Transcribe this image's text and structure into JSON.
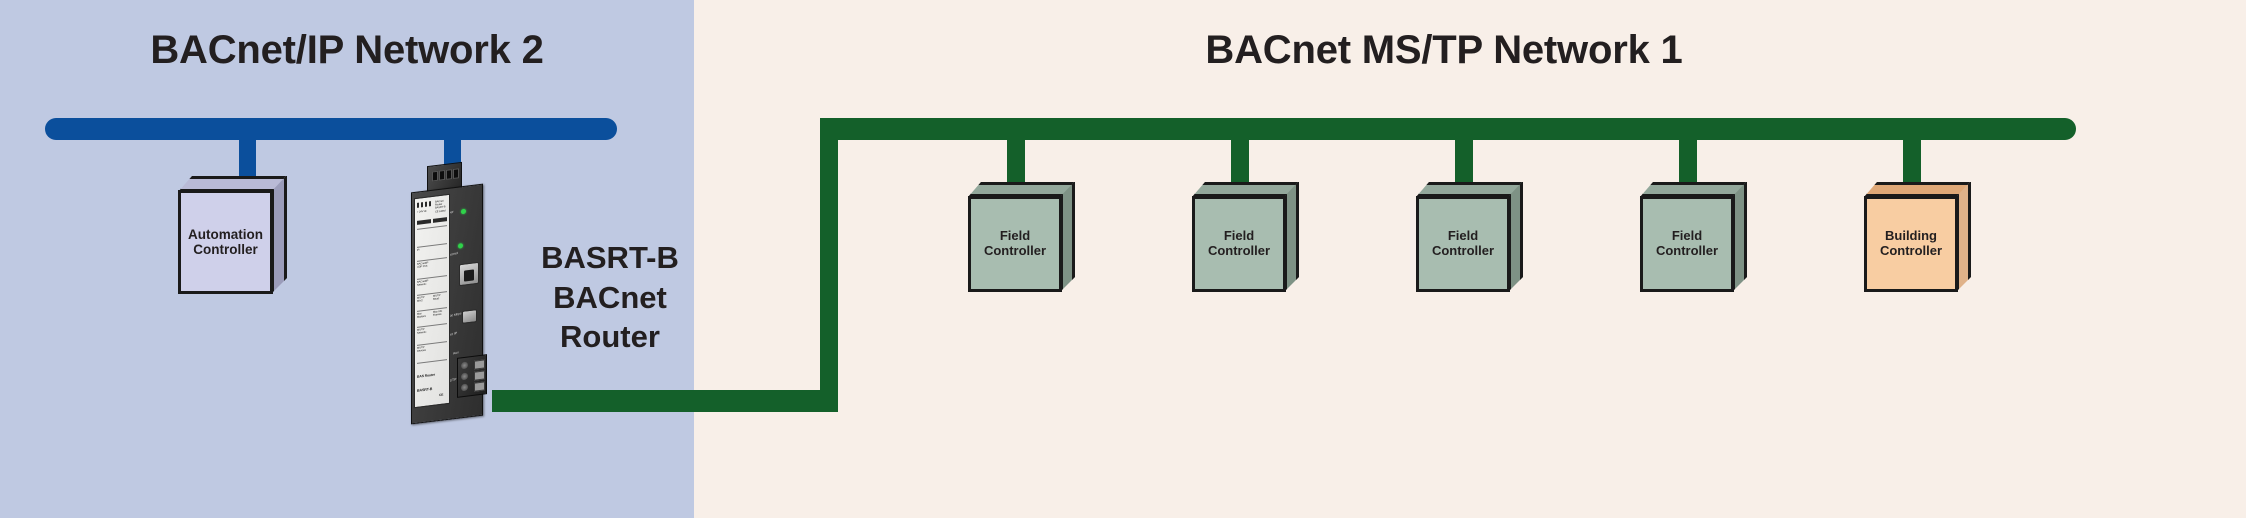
{
  "diagram": {
    "title_left": "BACnet/IP Network 2",
    "title_right": "BACnet MS/TP Network 1",
    "zones": [
      {
        "name": "bacnet-ip-zone",
        "background": "#bfc9e2"
      },
      {
        "name": "bacnet-mstp-zone",
        "background": "#f8efe8"
      }
    ],
    "colors": {
      "ip_bus": "#0b4f9c",
      "mstp_bus": "#14602a",
      "ip_zone_bg": "#bfc9e2",
      "mstp_zone_bg": "#f8efe8",
      "automation_controller_fill": "#cfd0ea",
      "field_controller_fill": "#a8bdb0",
      "building_controller_fill": "#f8cda2",
      "outline": "#1a1a1a",
      "text": "#231f20"
    }
  },
  "ip_network": {
    "label": "BACnet/IP Network 2",
    "bus_label": "ip-trunk",
    "nodes": [
      {
        "label_line1": "Automation",
        "label_line2": "Controller",
        "type": "automation-controller"
      }
    ]
  },
  "router": {
    "caption_line1": "BASRT-B",
    "caption_line2": "BACnet",
    "caption_line3": "Router",
    "model": "BASRT-B",
    "brand": "Contemporary Controls",
    "product_text": "BAS Router",
    "port_labels": {
      "power": "Power",
      "ethernet": "Ethernet",
      "ethernet_speed": "10/100 Mbps",
      "reset_ip": "Reset IP",
      "aux": "Aux",
      "mstp": "MS/TP"
    },
    "leds": [
      {
        "name": "power-led",
        "color": "#2fd34a"
      },
      {
        "name": "ethernet-led",
        "color": "#2fd34a"
      },
      {
        "name": "mstp-led",
        "color": "#2fd34a"
      }
    ],
    "certification": "CE"
  },
  "mstp_network": {
    "label": "BACnet MS/TP Network 1",
    "bus_label": "mstp-trunk",
    "nodes": [
      {
        "label_line1": "Field",
        "label_line2": "Controller",
        "type": "field-controller"
      },
      {
        "label_line1": "Field",
        "label_line2": "Controller",
        "type": "field-controller"
      },
      {
        "label_line1": "Field",
        "label_line2": "Controller",
        "type": "field-controller"
      },
      {
        "label_line1": "Field",
        "label_line2": "Controller",
        "type": "field-controller"
      },
      {
        "label_line1": "Building",
        "label_line2": "Controller",
        "type": "building-controller"
      }
    ]
  }
}
